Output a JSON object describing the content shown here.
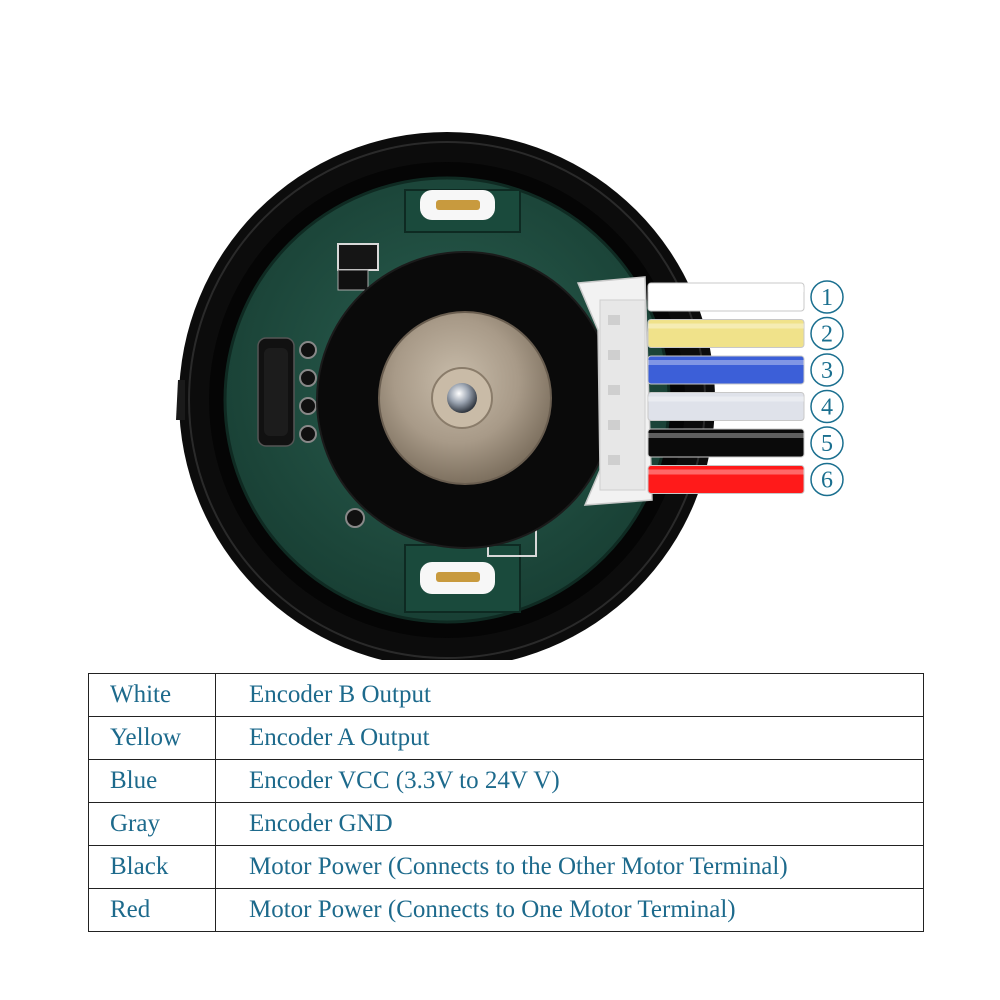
{
  "diagram": {
    "colors": {
      "housing": "#0c0c0c",
      "pcb": "#1d4a3d",
      "magnet": "#0a0a0a",
      "shaft_disc": "#a89a88",
      "connector": "#f2f2f2",
      "label_text": "#1a6f8f"
    },
    "pins": [
      {
        "number": "1",
        "color": "#ffffff"
      },
      {
        "number": "2",
        "color": "#f0e28a"
      },
      {
        "number": "3",
        "color": "#3c5fd8"
      },
      {
        "number": "4",
        "color": "#dfe2ea"
      },
      {
        "number": "5",
        "color": "#0a0a0a"
      },
      {
        "number": "6",
        "color": "#ff1a1a"
      }
    ]
  },
  "table": {
    "rows": [
      {
        "wire": "White",
        "function": "Encoder B Output"
      },
      {
        "wire": "Yellow",
        "function": "Encoder A Output"
      },
      {
        "wire": "Blue",
        "function": "Encoder VCC (3.3V to 24V V)"
      },
      {
        "wire": "Gray",
        "function": "Encoder GND"
      },
      {
        "wire": "Black",
        "function": "Motor Power (Connects to the Other Motor Terminal)"
      },
      {
        "wire": "Red",
        "function": "Motor Power (Connects to One Motor Terminal)"
      }
    ]
  }
}
